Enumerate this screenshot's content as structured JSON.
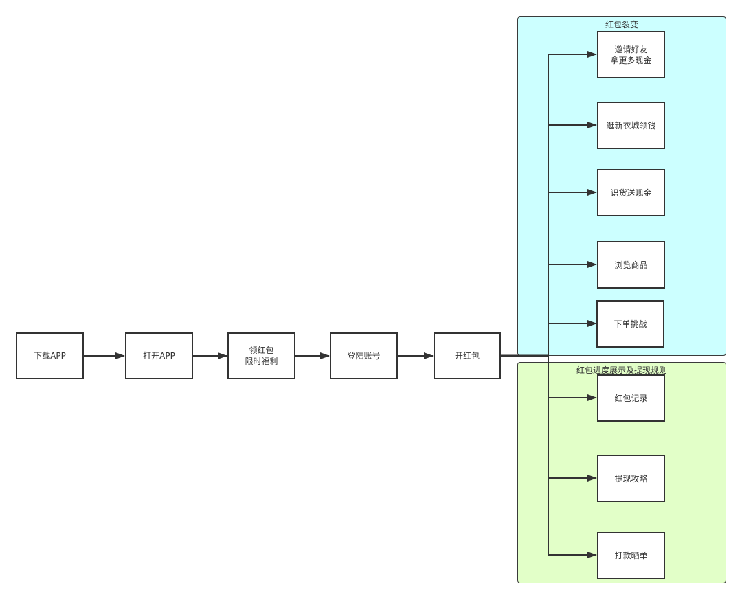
{
  "colors": {
    "group_fission_fill": "#ccffff",
    "group_progress_fill": "#e2ffc8",
    "stroke": "#333333",
    "node_fill": "#ffffff"
  },
  "main_flow": [
    {
      "id": "download",
      "label": "下载APP"
    },
    {
      "id": "open-app",
      "label": "打开APP"
    },
    {
      "id": "claim",
      "label": "领红包\n限时福利"
    },
    {
      "id": "login",
      "label": "登陆账号"
    },
    {
      "id": "open-packet",
      "label": "开红包"
    }
  ],
  "groups": [
    {
      "id": "fission",
      "title": "红包裂变",
      "items": [
        {
          "id": "invite",
          "label": "邀请好友\n拿更多现金"
        },
        {
          "id": "browse-new",
          "label": "逛新衣城领钱"
        },
        {
          "id": "identify",
          "label": "识货送现金"
        },
        {
          "id": "browse-goods",
          "label": "浏览商品"
        },
        {
          "id": "order-challenge",
          "label": "下单挑战"
        }
      ]
    },
    {
      "id": "progress",
      "title": "红包进度展示及提现规则",
      "items": [
        {
          "id": "records",
          "label": "红包记录"
        },
        {
          "id": "withdraw-guide",
          "label": "提现攻略"
        },
        {
          "id": "payout-show",
          "label": "打款晒单"
        }
      ]
    }
  ]
}
